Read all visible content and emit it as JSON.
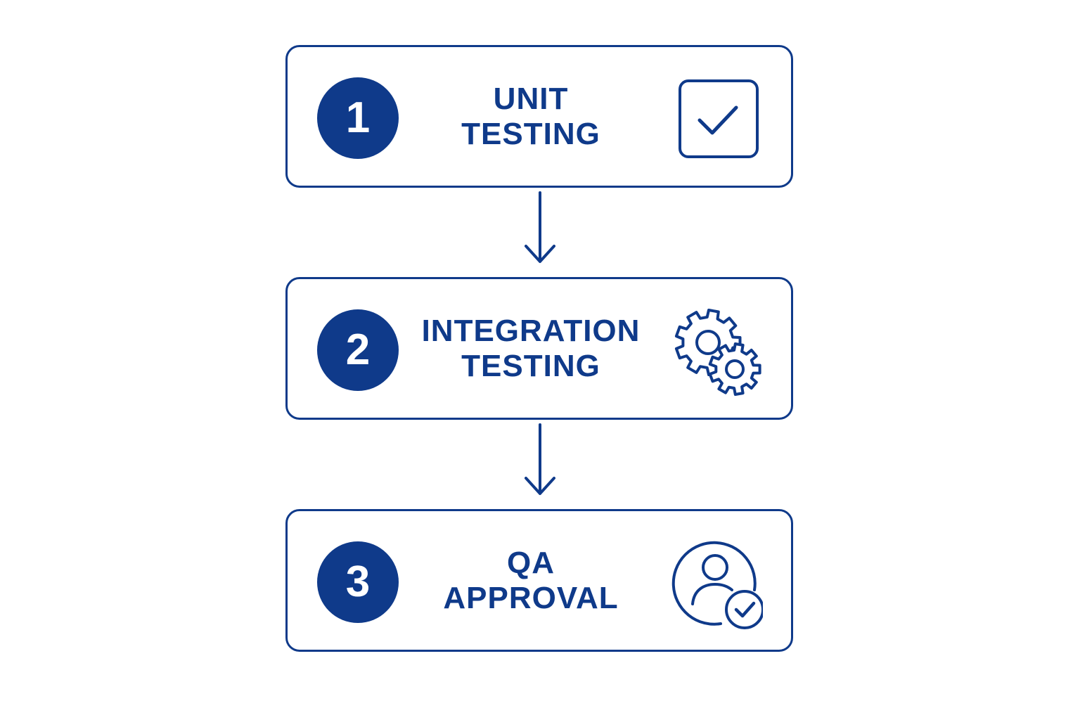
{
  "colors": {
    "primary": "#0f3a8a",
    "background": "#ffffff"
  },
  "steps": [
    {
      "number": "1",
      "label_line1": "UNIT",
      "label_line2": "TESTING",
      "icon": "checkbox-check-icon"
    },
    {
      "number": "2",
      "label_line1": "INTEGRATION",
      "label_line2": "TESTING",
      "icon": "gears-icon"
    },
    {
      "number": "3",
      "label_line1": "QA",
      "label_line2": "APPROVAL",
      "icon": "user-approved-icon"
    }
  ],
  "connectors": [
    "arrow-down-icon",
    "arrow-down-icon"
  ]
}
